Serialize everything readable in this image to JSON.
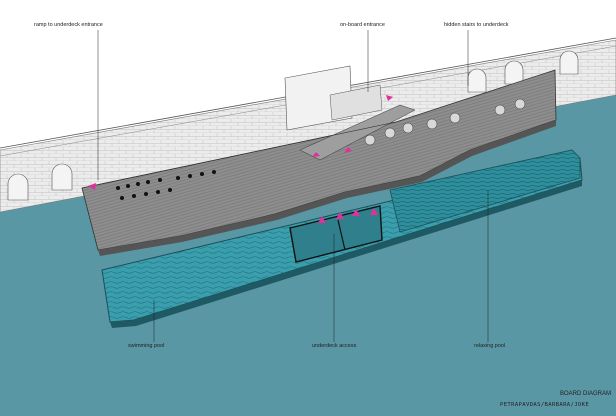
{
  "labels": {
    "ramp": "ramp to underdeck entrance",
    "onboard": "on-board entrance",
    "hidden_stairs": "hidden stairs to underdeck",
    "swimming_pool": "swimming pool",
    "underdeck_access": "underdeck access",
    "relaxing_pool": "relaxing pool"
  },
  "title": "BOARD DIAGRAM",
  "signature": "PETRAPAVDAS/BARBARA/JOKE",
  "colors": {
    "water": "#5a97a4",
    "stone": "#e8e8e8",
    "deck": "#8a8a8a",
    "pool": "#3aa2b0",
    "arrow": "#e0309a"
  }
}
